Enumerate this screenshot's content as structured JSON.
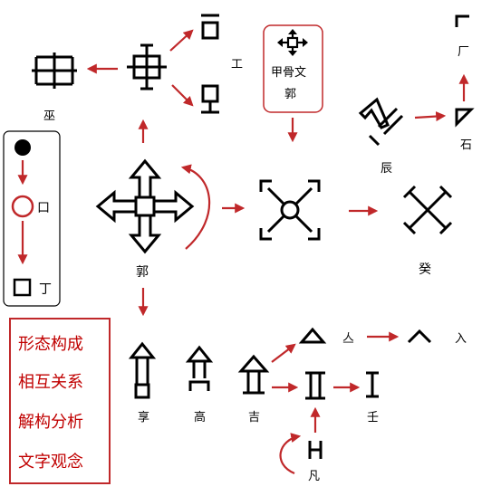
{
  "colors": {
    "accent_red": "#c0282a",
    "ink": "#000000",
    "background": "#ffffff"
  },
  "labels": {
    "wu": "巫",
    "gong": "工",
    "jiaguwen": "甲骨文",
    "guo_top": "郭",
    "chang": "厂",
    "chen": "辰",
    "shi": "石",
    "kou": "口",
    "ding": "丁",
    "guo_center": "郭",
    "gui": "癸",
    "ji": "亼",
    "ru": "入",
    "xiang": "享",
    "gao": "高",
    "jie": "吉",
    "ren": "壬",
    "fan": "凡"
  },
  "method_box": [
    "形态构成",
    "相互关系",
    "解构分析",
    "文字观念"
  ]
}
